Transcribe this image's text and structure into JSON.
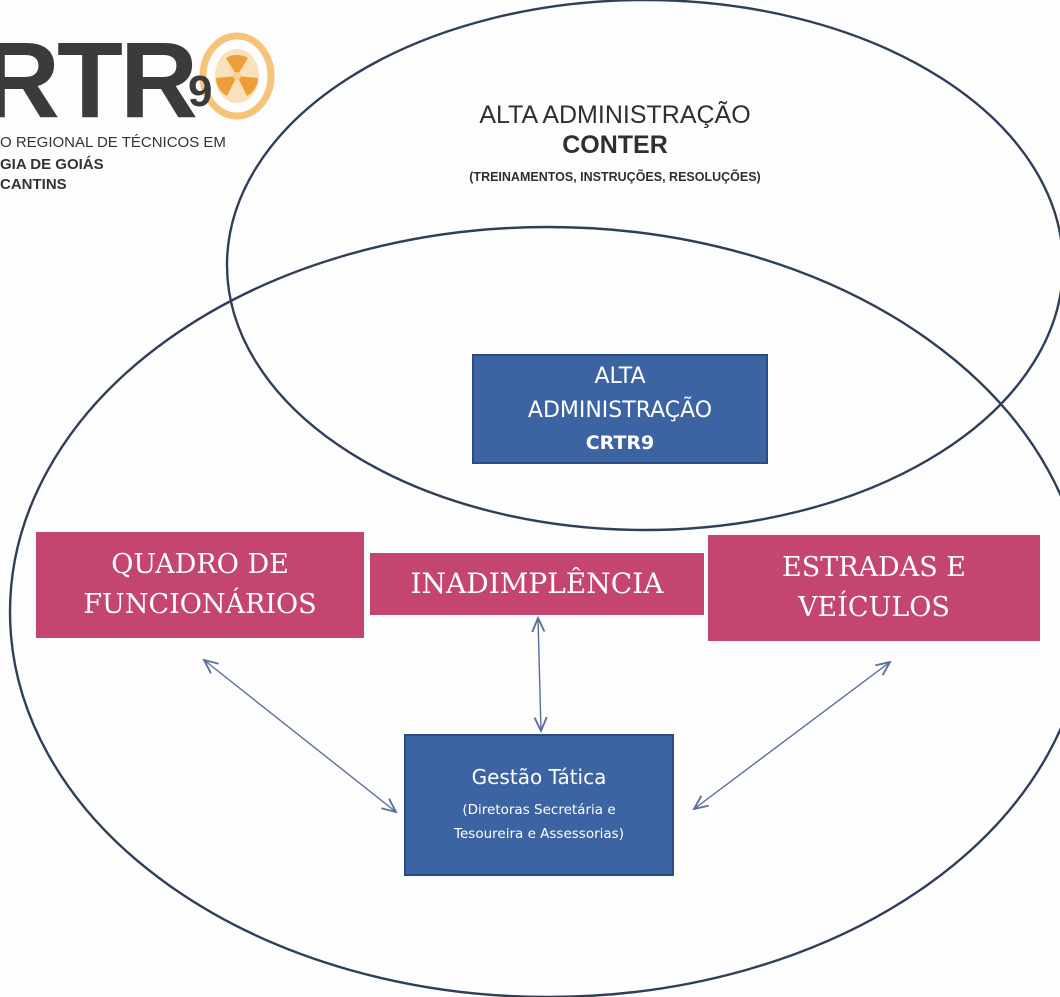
{
  "logo": {
    "big_text": "RTR",
    "subscript": "9",
    "line1": "O REGIONAL DE TÉCNICOS EM",
    "line2": "GIA DE GOIÁS",
    "line3": "CANTINS",
    "accent_color": "#f1b04c"
  },
  "top_ellipse": {
    "title": "ALTA ADMINISTRAÇÃO",
    "org": "CONTER",
    "note": "(TREINAMENTOS, INSTRUÇÕES, RESOLUÇÕES)"
  },
  "center_box": {
    "line1": "ALTA",
    "line2": "ADMINISTRAÇÃO",
    "line3": "CRTR9"
  },
  "issues": {
    "quadro": {
      "line1": "QUADRO DE",
      "line2": "FUNCIONÁRIOS"
    },
    "inadimplencia": {
      "line1": "INADIMPLÊNCIA"
    },
    "estradas": {
      "line1": "ESTRADAS E",
      "line2": "VEÍCULOS"
    }
  },
  "tactic_box": {
    "title": "Gestão Tática",
    "desc_line1": "(Diretoras Secretária e",
    "desc_line2": "Tesoureira e Assessorias)"
  },
  "colors": {
    "blue_box": "#3c64a2",
    "pink_box": "#c4466f",
    "ellipse_stroke": "#2e3f57",
    "arrow": "#5a6f9a"
  }
}
